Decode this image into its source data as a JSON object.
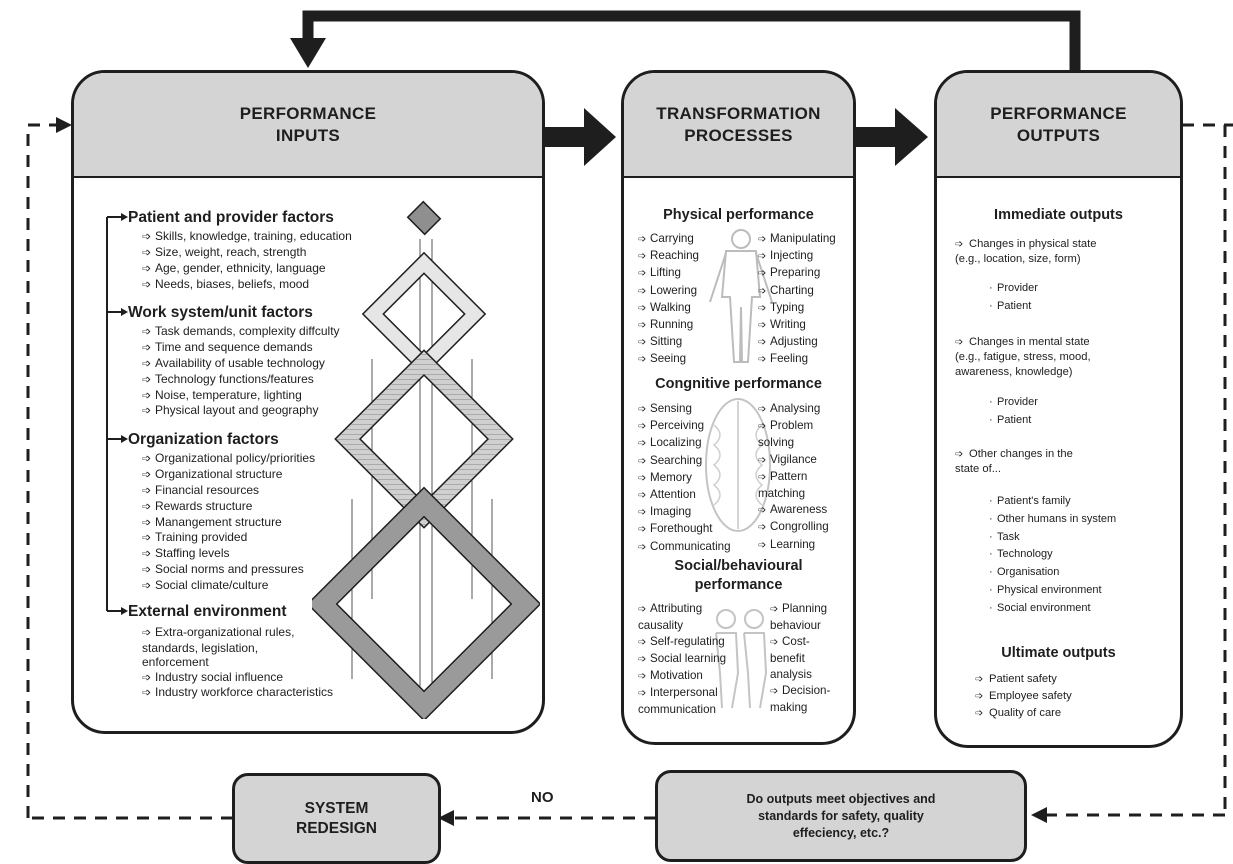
{
  "inputs": {
    "title": "PERFORMANCE\nINPUTS",
    "groups": [
      {
        "title": "Patient and provider factors",
        "items": [
          "Skills, knowledge, training, education",
          "Size, weight, reach, strength",
          "Age, gender, ethnicity, language",
          "Needs, biases, beliefs, mood"
        ]
      },
      {
        "title": "Work system/unit factors",
        "items": [
          "Task demands, complexity diffculty",
          "Time and sequence demands",
          "Availability of usable technology",
          "Technology functions/features",
          "Noise, temperature, lighting",
          "Physical layout and geography"
        ]
      },
      {
        "title": "Organization factors",
        "items": [
          "Organizational policy/priorities",
          "Organizational structure",
          "Financial resources",
          "Rewards structure",
          "Manangement structure",
          "Training provided",
          "Staffing levels",
          "Social norms and pressures",
          "Social climate/culture"
        ]
      },
      {
        "title": "External environment",
        "items": [
          "Extra-organizational rules,\nstandards, legislation,\nenforcement",
          "Industry social influence",
          "Industry workforce characteristics"
        ]
      }
    ]
  },
  "transformation": {
    "title": "TRANSFORMATION\nPROCESSES",
    "physical": {
      "title": "Physical performance",
      "left": [
        "Carrying",
        "Reaching",
        "Lifting",
        "Lowering",
        "Walking",
        "Running",
        "Sitting",
        "Seeing"
      ],
      "right": [
        "Manipulating",
        "Injecting",
        "Preparing",
        "Charting",
        "Typing",
        "Writing",
        "Adjusting",
        "Feeling"
      ]
    },
    "cognitive": {
      "title": "Congnitive performance",
      "left": [
        "Sensing",
        "Perceiving",
        "Localizing",
        "Searching",
        "Memory",
        "Attention",
        "Imaging",
        "Forethought",
        "Communicating"
      ],
      "right": [
        "Analysing",
        "Problem\nsolving",
        "Vigilance",
        "Pattern\nmatching",
        "Awareness",
        "Congrolling",
        "Learning"
      ]
    },
    "social": {
      "title": "Social/behavioural\nperformance",
      "left": [
        "Attributing\ncausality",
        "Self-regulating",
        "Social learning",
        "Motivation",
        "Interpersonal\ncommunication"
      ],
      "right": [
        "Planning\nbehaviour",
        "Cost-\nbenefit\nanalysis",
        "Decision-\nmaking"
      ]
    }
  },
  "outputs": {
    "title": "PERFORMANCE\nOUTPUTS",
    "immediate_title": "Immediate outputs",
    "physical_change": "Changes in physical state\n(e.g., location, size, form)",
    "physical_subs": [
      "Provider",
      "Patient"
    ],
    "mental_change": "Changes in mental state\n(e.g., fatigue, stress, mood,\nawareness, knowledge)",
    "mental_subs": [
      "Provider",
      "Patient"
    ],
    "other_change": "Other changes in the\nstate of...",
    "other_subs": [
      "Patient's family",
      "Other humans in system",
      "Task",
      "Technology",
      "Organisation",
      "Physical environment",
      "Social environment"
    ],
    "ultimate_title": "Ultimate outputs",
    "ultimate_items": [
      "Patient safety",
      "Employee safety",
      "Quality of care"
    ]
  },
  "decision": {
    "text": "Do outputs meet objectives and\nstandards for safety, quality\neffeciency, etc.?",
    "no_label": "NO"
  },
  "redesign": {
    "text": "SYSTEM\nREDESIGN"
  },
  "colors": {
    "header_fill": "#d4d4d4",
    "stroke": "#1e1e1e",
    "puzzle_light": "#e6e6e6",
    "puzzle_mid": "#bdbdbd",
    "puzzle_dark": "#8f8f8f"
  }
}
